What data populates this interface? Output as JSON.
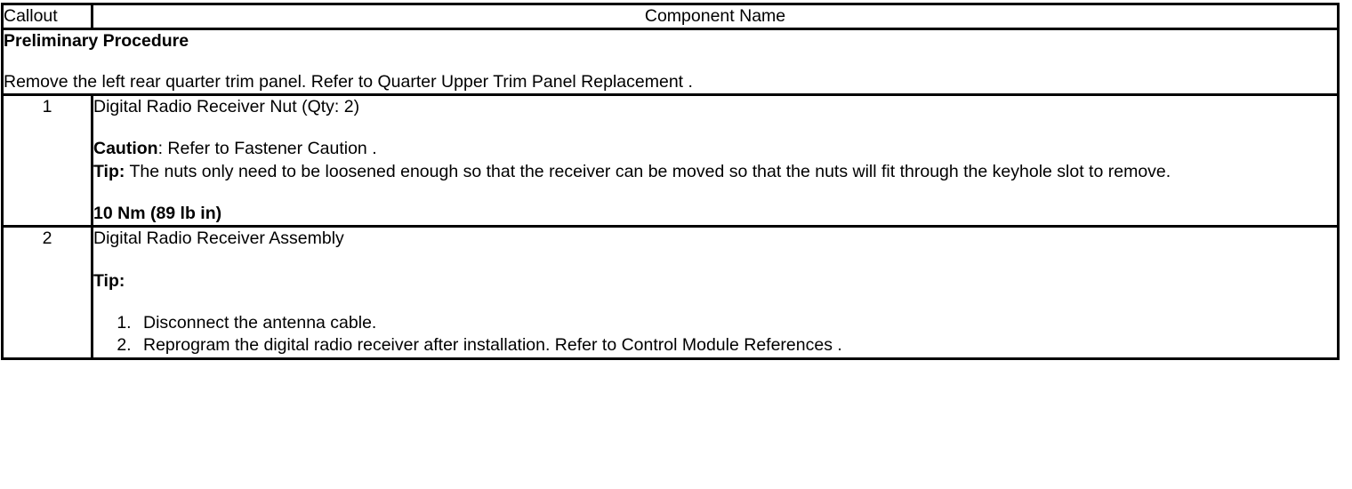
{
  "table": {
    "headers": {
      "callout": "Callout",
      "component_name": "Component Name"
    },
    "preliminary": {
      "title": "Preliminary Procedure",
      "text": "Remove the left rear quarter trim panel. Refer to Quarter Upper Trim Panel Replacement ."
    },
    "rows": [
      {
        "callout": "1",
        "title": "Digital Radio Receiver Nut (Qty: 2)",
        "caution_label": "Caution",
        "caution_text": ": Refer to Fastener Caution .",
        "tip_label": "Tip:",
        "tip_text": " The nuts only need to be loosened enough so that the receiver can be moved so that the nuts will fit through the keyhole slot to remove.",
        "torque": "10 Nm (89 lb in)"
      },
      {
        "callout": "2",
        "title": "Digital Radio Receiver Assembly",
        "tip_label": "Tip:",
        "steps": [
          "Disconnect the antenna cable.",
          "Reprogram the digital radio receiver after installation. Refer to Control Module References ."
        ]
      }
    ]
  },
  "colors": {
    "border": "#000000",
    "text": "#000000",
    "background": "#ffffff"
  }
}
